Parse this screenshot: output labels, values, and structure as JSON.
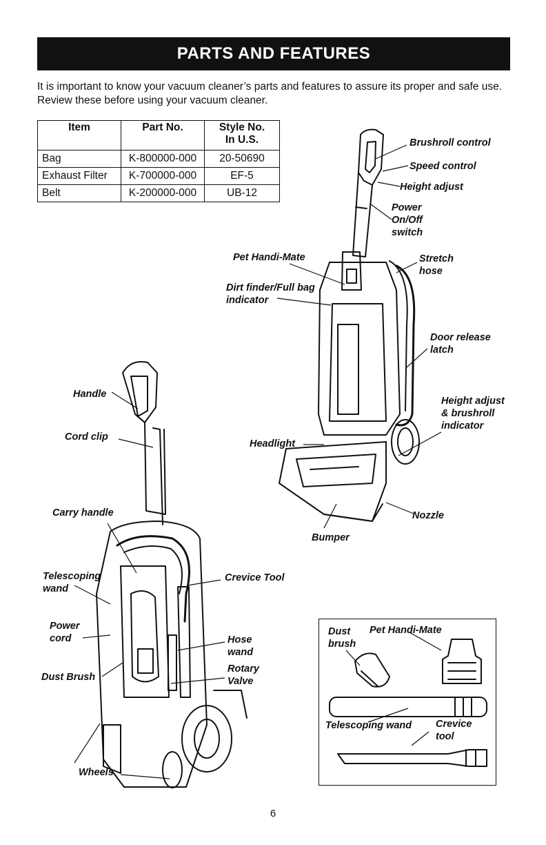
{
  "header": {
    "title": "PARTS AND FEATURES"
  },
  "intro": "It is important to know your vacuum cleaner’s parts and features to assure its proper and safe use. Review these before using your vacuum cleaner.",
  "parts_table": {
    "headers": {
      "item": "Item",
      "part_no": "Part No.",
      "style_no": "Style No.\nIn U.S."
    },
    "rows": [
      {
        "item": "Bag",
        "part_no": "K-800000-000",
        "style_no": "20-50690"
      },
      {
        "item": "Exhaust Filter",
        "part_no": "K-700000-000",
        "style_no": "EF-5"
      },
      {
        "item": "Belt",
        "part_no": "K-200000-000",
        "style_no": "UB-12"
      }
    ]
  },
  "labels": {
    "brushroll_control": "Brushroll control",
    "speed_control": "Speed control",
    "height_adjust": "Height adjust",
    "power_switch": "Power\nOn/Off\nswitch",
    "pet_handi_mate": "Pet Handi-Mate",
    "stretch_hose": "Stretch\nhose",
    "dirt_finder": "Dirt finder/Full bag\nindicator",
    "door_release": "Door release\nlatch",
    "height_brushroll_indicator": "Height adjust\n& brushroll\nindicator",
    "handle": "Handle",
    "cord_clip": "Cord clip",
    "headlight": "Headlight",
    "nozzle": "Nozzle",
    "bumper": "Bumper",
    "carry_handle": "Carry handle",
    "telescoping_wand": "Telescoping\nwand",
    "crevice_tool": "Crevice Tool",
    "power_cord": "Power\ncord",
    "hose_wand": "Hose\nwand",
    "rotary_valve": "Rotary\nValve",
    "dust_brush": "Dust Brush",
    "wheels": "Wheels"
  },
  "accessories": {
    "dust_brush": "Dust\nbrush",
    "pet_handi_mate": "Pet Handi-Mate",
    "telescoping_wand": "Telescoping wand",
    "crevice_tool": "Crevice\ntool"
  },
  "page_number": "6"
}
